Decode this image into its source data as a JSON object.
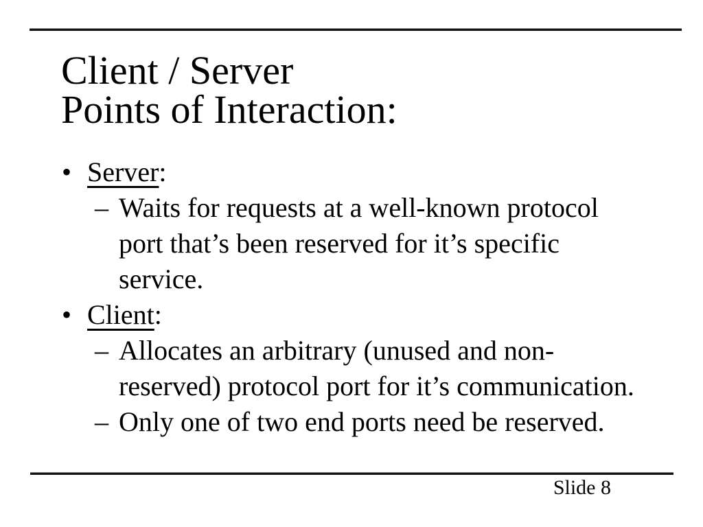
{
  "slide": {
    "title_lines": [
      "Client / Server",
      "Points of Interaction:"
    ],
    "bullet_char": "•",
    "sub_bullet_char": "–",
    "bullets": [
      {
        "label": "Server",
        "suffix": ":",
        "subs": [
          {
            "lines": [
              "Waits for requests at a well-known protocol",
              "port that’s been reserved for it’s specific",
              "service."
            ]
          }
        ]
      },
      {
        "label": "Client",
        "suffix": ":",
        "subs": [
          {
            "lines": [
              "Allocates an arbitrary (unused and non-",
              "reserved) protocol port for it’s communication."
            ]
          },
          {
            "lines": [
              "Only one of two end ports need be reserved."
            ]
          }
        ]
      }
    ],
    "footer": "Slide 8",
    "colors": {
      "background": "#ffffff",
      "text": "#000000",
      "rule": "#141414"
    }
  }
}
